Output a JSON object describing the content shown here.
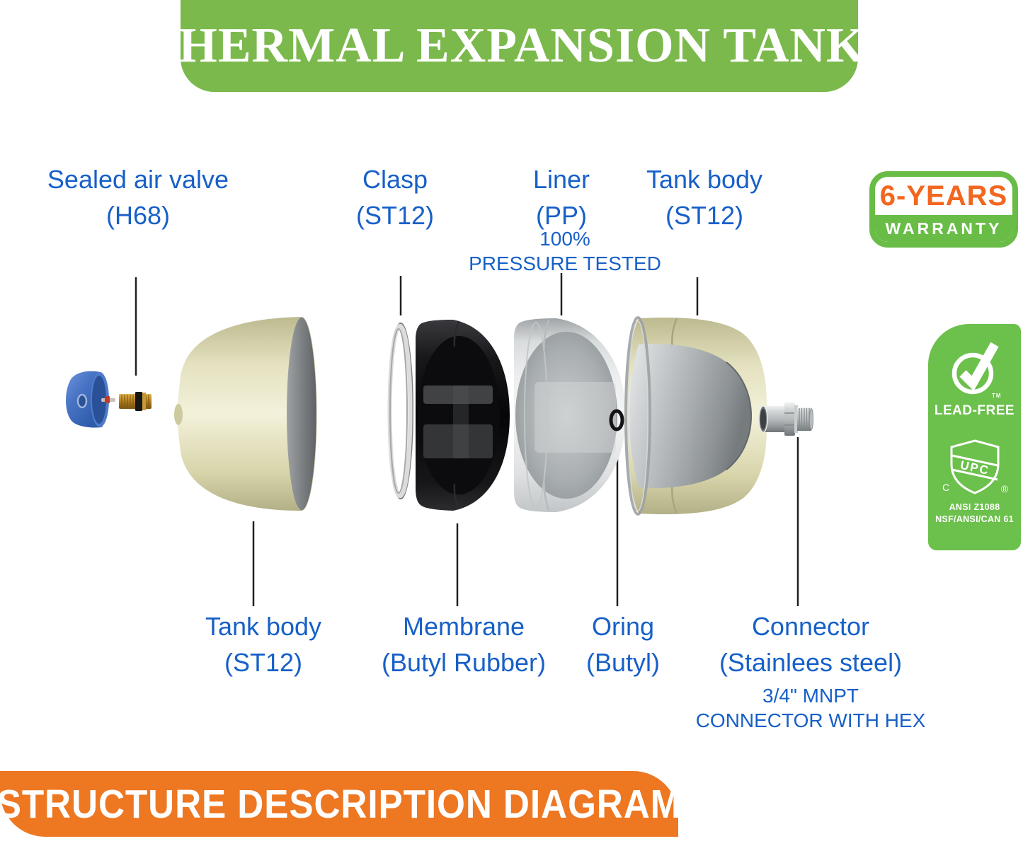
{
  "header": {
    "title": "THERMAL EXPANSION TANKS"
  },
  "footer": {
    "title": "STRUCTURE DESCRIPTION DIAGRAM"
  },
  "warranty_badge": {
    "line1": "6-YEARS",
    "line2": "WARRANTY"
  },
  "cert_panel": {
    "tm": "TM",
    "lead_free": "LEAD-FREE",
    "upc": "UPC",
    "c_mark": "C",
    "registered_mark": "®",
    "ansi": "ANSI Z1088",
    "nsf": "NSF/ANSI/CAN 61"
  },
  "part_labels": {
    "top": [
      {
        "name": "Sealed air valve",
        "spec": "(H68)"
      },
      {
        "name": "Clasp",
        "spec": "(ST12)"
      },
      {
        "name": "Liner",
        "spec": "(PP)"
      },
      {
        "name": "Tank body",
        "spec": "(ST12)"
      }
    ],
    "liner_note": {
      "line1": "100%",
      "line2": "PRESSURE TESTED"
    },
    "bottom": [
      {
        "name": "Tank body",
        "spec": "(ST12)"
      },
      {
        "name": "Membrane",
        "spec": "(Butyl Rubber)"
      },
      {
        "name": "Oring",
        "spec": "(Butyl)"
      },
      {
        "name": "Connector",
        "spec": "(Stainlees steel)"
      }
    ],
    "connector_note": {
      "line1": "3/4\" MNPT",
      "line2": "CONNECTOR WITH HEX"
    }
  },
  "colors": {
    "banner_green": "#7bb94c",
    "banner_orange": "#ee7722",
    "badge_green": "#69bd47",
    "panel_green": "#6cc04c",
    "accent_orange": "#f2671f",
    "label_blue": "#1760c8",
    "tank_cream": "#d8d5ab",
    "steel_gray": "#b7bbbd"
  }
}
